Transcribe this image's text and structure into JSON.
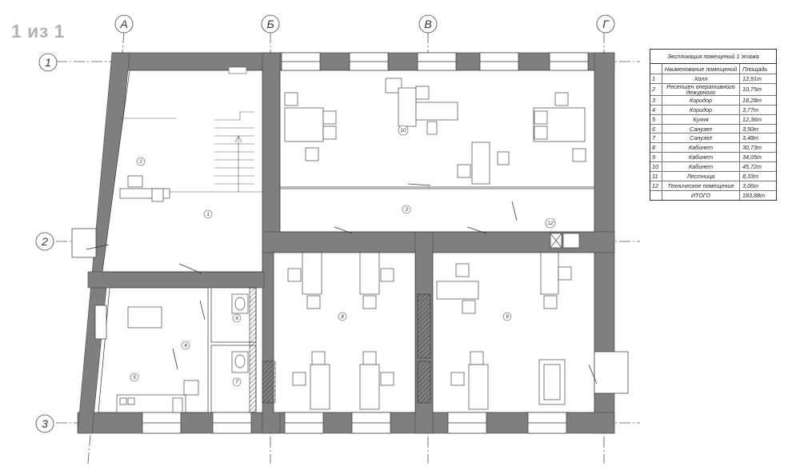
{
  "viewer": {
    "page_counter": "1 из 1"
  },
  "axes": {
    "columns": [
      "А",
      "Б",
      "В",
      "Г"
    ],
    "rows": [
      "1",
      "2",
      "3"
    ]
  },
  "rooms": [
    {
      "number": "1"
    },
    {
      "number": "2"
    },
    {
      "number": "3"
    },
    {
      "number": "4"
    },
    {
      "number": "5"
    },
    {
      "number": "6"
    },
    {
      "number": "7"
    },
    {
      "number": "8"
    },
    {
      "number": "9"
    },
    {
      "number": "10"
    },
    {
      "number": "12"
    }
  ],
  "explication": {
    "title": "Экспликация помещений 1 этажа",
    "headers": {
      "name": "Наименование помещений",
      "area": "Площадь"
    },
    "rows": [
      {
        "num": "1",
        "name": "Холл",
        "area": "12,91m"
      },
      {
        "num": "2",
        "name": "Ресепшен оперативного дежурного",
        "area": "10,75m"
      },
      {
        "num": "3",
        "name": "Коридор",
        "area": "18,28m"
      },
      {
        "num": "4",
        "name": "Коридор",
        "area": "3,77m"
      },
      {
        "num": "5",
        "name": "Кухня",
        "area": "12,36m"
      },
      {
        "num": "6",
        "name": "Санузел",
        "area": "3,50m"
      },
      {
        "num": "7",
        "name": "Санузел",
        "area": "3,48m"
      },
      {
        "num": "8",
        "name": "Кабинет",
        "area": "30,73m"
      },
      {
        "num": "9",
        "name": "Кабинет",
        "area": "34,05m"
      },
      {
        "num": "10",
        "name": "Кабинет",
        "area": "45,72m"
      },
      {
        "num": "11",
        "name": "Лестница",
        "area": "8,33m"
      },
      {
        "num": "12",
        "name": "Техническое помещение",
        "area": "3,06m"
      }
    ],
    "total": {
      "label": "ИТОГО",
      "area": "183,88m"
    }
  }
}
